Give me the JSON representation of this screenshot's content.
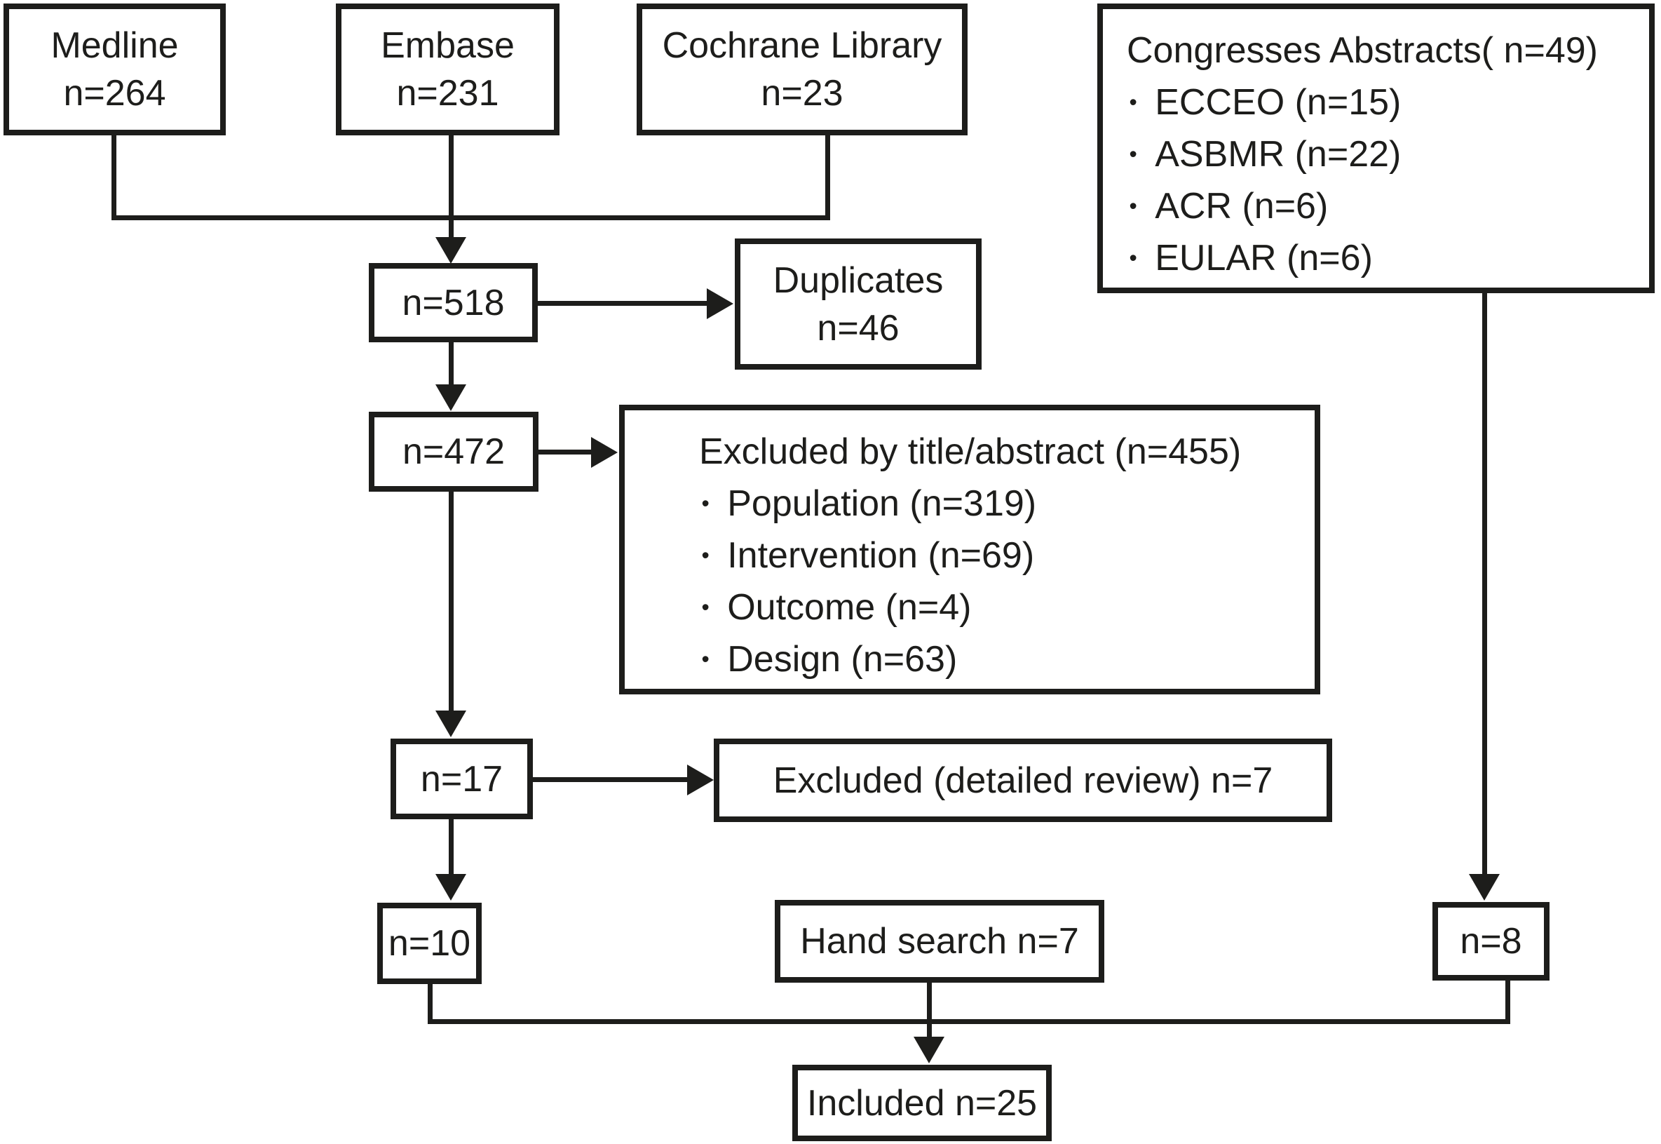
{
  "colors": {
    "ink": "#1d1d1b",
    "background": "#ffffff"
  },
  "glyphs": {
    "bullet": "•"
  },
  "boxes": {
    "medline": {
      "line1": "Medline",
      "line2": "n=264"
    },
    "embase": {
      "line1": "Embase",
      "line2": "n=231"
    },
    "cochrane": {
      "line1": "Cochrane Library",
      "line2": "n=23"
    },
    "congresses": {
      "title": "Congresses Abstracts( n=49)",
      "items": [
        "ECCEO (n=15)",
        "ASBMR (n=22)",
        "ACR (n=6)",
        "EULAR (n=6)"
      ]
    },
    "pooled": {
      "label": "n=518"
    },
    "duplicates": {
      "line1": "Duplicates",
      "line2": "n=46"
    },
    "after_duplicates": {
      "label": "n=472"
    },
    "excluded_title_abstract": {
      "title": "Excluded by title/abstract (n=455)",
      "items": [
        "Population (n=319)",
        "Intervention (n=69)",
        "Outcome (n=4)",
        "Design (n=63)"
      ]
    },
    "detailed_review": {
      "label": "n=17"
    },
    "excluded_detailed_review": {
      "label": "Excluded (detailed review) n=7"
    },
    "after_detailed_review": {
      "label": "n=10"
    },
    "hand_search": {
      "label": "Hand search n=7"
    },
    "congress_abstracts_kept": {
      "label": "n=8"
    },
    "included": {
      "label": "Included n=25"
    }
  }
}
